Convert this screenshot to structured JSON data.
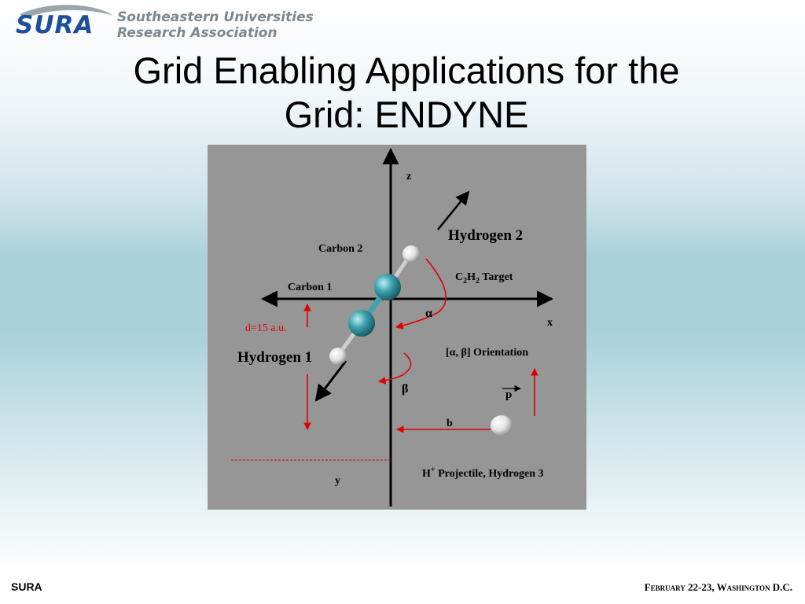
{
  "logo": {
    "mark": "SURA",
    "name_line1": "Southeastern Universities",
    "name_line2": "Research Association"
  },
  "title": {
    "line1": "Grid Enabling Applications for the",
    "line2": "Grid: ENDYNE"
  },
  "diagram": {
    "axis_z": "z",
    "axis_x": "x",
    "axis_y": "y",
    "hydrogen2": "Hydrogen 2",
    "carbon2": "Carbon 2",
    "carbon1": "Carbon 1",
    "target_c": "C",
    "target_sub1": "2",
    "target_h": "H",
    "target_sub2": "2",
    "target_word": " Target",
    "alpha": "α",
    "distance": "d=15 a.u.",
    "hydrogen1": "Hydrogen 1",
    "orientation": "[α, β] Orientation",
    "beta": "β",
    "momentum": "p",
    "impact": "b",
    "projectile_h": "H",
    "projectile_plus": "+",
    "projectile_rest": " Projectile, Hydrogen 3",
    "colors": {
      "panel": "#969696",
      "red_arrow": "#e00000",
      "carbon": "#3fa3b0",
      "hydrogen": "#e8e8e8"
    }
  },
  "footer": {
    "left": "SURA",
    "right": "February 22-23, Washington D.C."
  }
}
